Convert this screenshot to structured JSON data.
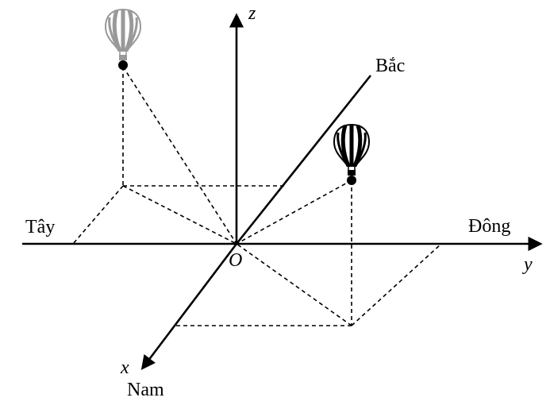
{
  "labels": {
    "z_axis": "z",
    "y_axis": "y",
    "x_axis": "x",
    "origin": "O",
    "north": "Bắc",
    "south": "Nam",
    "east": "Đông",
    "west": "Tây"
  },
  "balloons": [
    {
      "name": "balloon-left",
      "color": "#999999"
    },
    {
      "name": "balloon-right",
      "color": "#000000"
    }
  ]
}
